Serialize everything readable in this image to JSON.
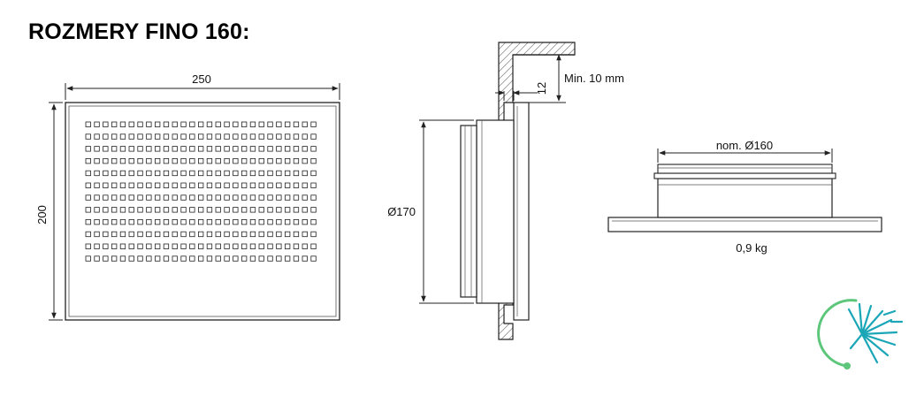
{
  "title": "ROZMERY FINO 160:",
  "front_view": {
    "width_label": "250",
    "height_label": "200",
    "grille": {
      "rows": 12,
      "cols": 27
    }
  },
  "side_view": {
    "diameter_label": "Ø170",
    "offset_label": "12",
    "min_gap_label": "Min. 10 mm"
  },
  "profile_view": {
    "nominal_label": "nom. Ø160",
    "weight_label": "0,9 kg"
  },
  "logo": {
    "icon": "dandelion-seed-logo"
  },
  "colors": {
    "line": "#222222",
    "logo_teal": "#1aa6b7",
    "logo_green": "#5cc67a"
  }
}
